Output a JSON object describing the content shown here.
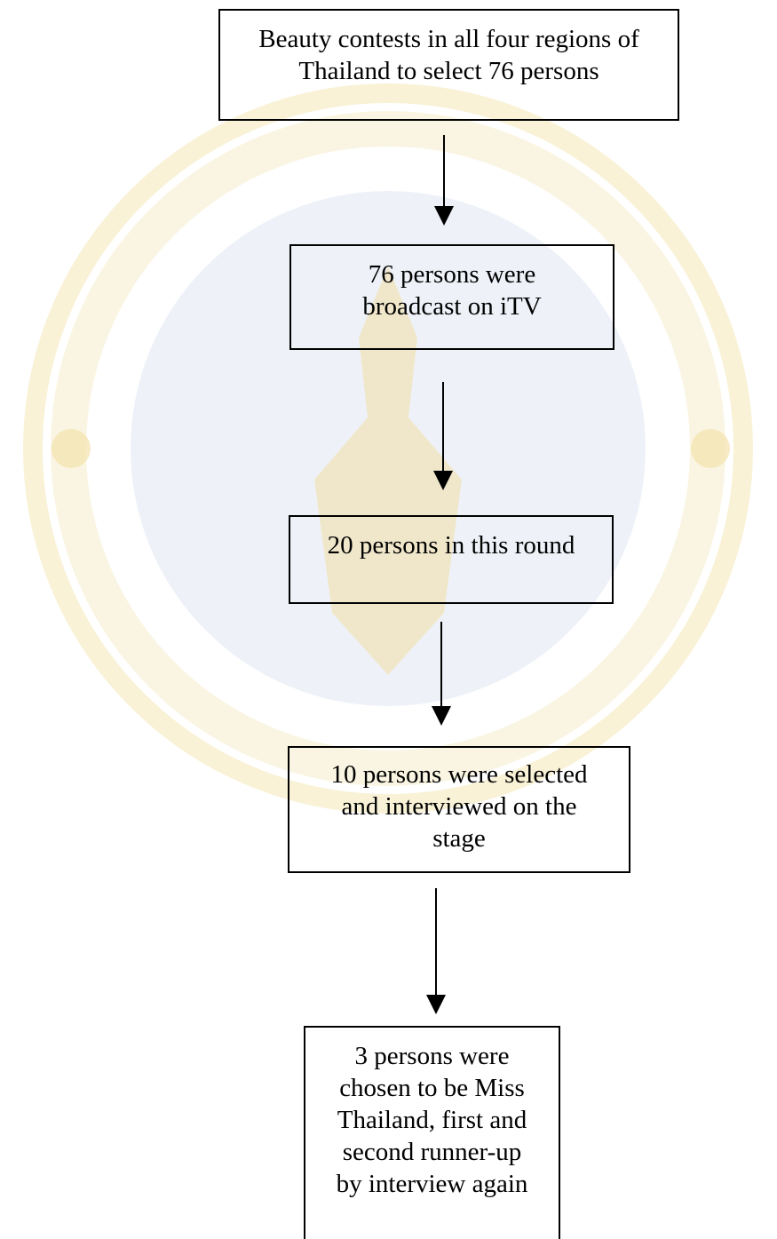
{
  "flowchart": {
    "steps": [
      {
        "lines": [
          "Beauty contests in all four regions of",
          "Thailand to select 76 persons"
        ]
      },
      {
        "lines": [
          "76 persons were",
          "broadcast on iTV"
        ]
      },
      {
        "lines": [
          "20 persons in this round"
        ]
      },
      {
        "lines": [
          "10 persons were selected",
          "and interviewed on the",
          "stage"
        ]
      },
      {
        "lines": [
          "3 persons were",
          "chosen to be Miss",
          "Thailand, first and",
          "second runner-up",
          "by interview again"
        ]
      }
    ]
  },
  "watermark": {
    "icon": "university-seal-watermark",
    "colors": {
      "ring": "#f3e6b5",
      "center": "#dfe6f3",
      "emblem": "#f1dca0"
    }
  }
}
